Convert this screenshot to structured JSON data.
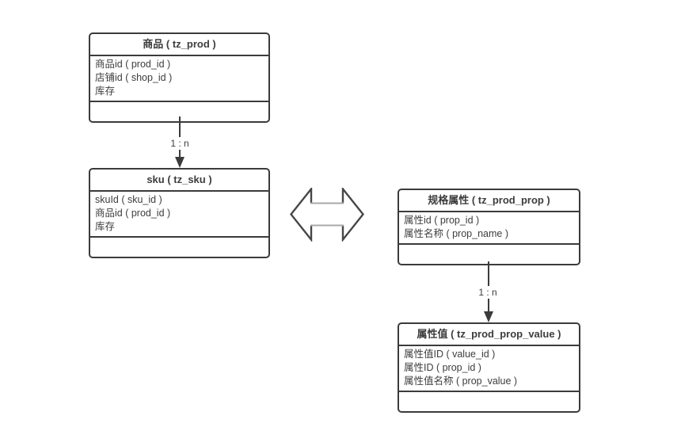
{
  "diagram": {
    "background_color": "#ffffff",
    "line_color": "#3b3b3b",
    "text_color": "#3d3d3d",
    "entities": [
      {
        "id": "prod",
        "title": "商品 ( tz_prod )",
        "fields": [
          "商品id ( prod_id )",
          "店铺id ( shop_id )",
          "库存"
        ]
      },
      {
        "id": "sku",
        "title": "sku ( tz_sku )",
        "fields": [
          "skuId ( sku_id )",
          "商品id ( prod_id )",
          "库存"
        ]
      },
      {
        "id": "prod_prop",
        "title": "规格属性 ( tz_prod_prop )",
        "fields": [
          "属性id ( prop_id )",
          "属性名称 ( prop_name )"
        ]
      },
      {
        "id": "prop_value",
        "title": "属性值 ( tz_prod_prop_value )",
        "fields": [
          "属性值ID ( value_id )",
          "属性ID ( prop_id )",
          "属性值名称 ( prop_value )"
        ]
      }
    ],
    "relations": [
      {
        "from": "商品 ( tz_prod )",
        "to": "sku ( tz_sku )",
        "label": "1 : n"
      },
      {
        "from": "规格属性 ( tz_prod_prop )",
        "to": "属性值 ( tz_prod_prop_value )",
        "label": "1 : n"
      }
    ],
    "link": {
      "between": [
        "sku ( tz_sku )",
        "规格属性 ( tz_prod_prop )"
      ],
      "icon": "double-horizontal-arrow"
    }
  }
}
